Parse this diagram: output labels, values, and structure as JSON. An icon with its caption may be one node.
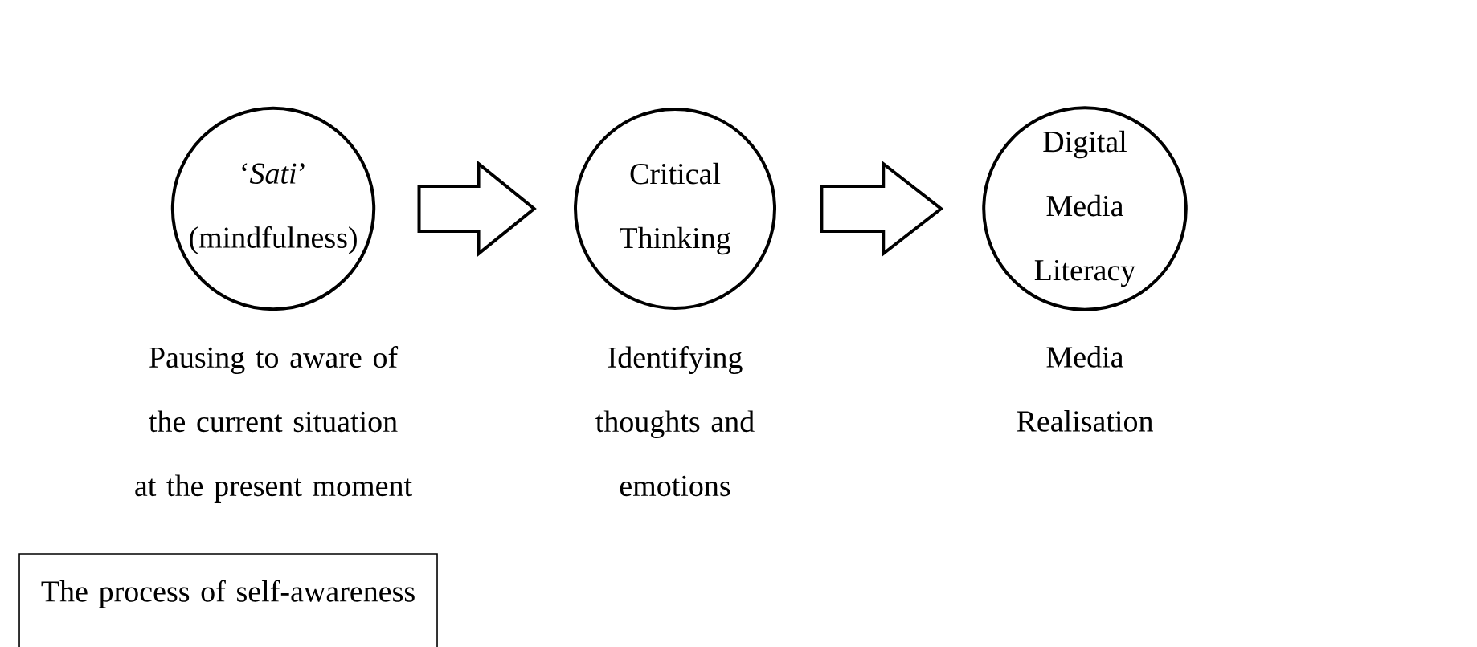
{
  "diagram": {
    "nodes": [
      {
        "text": [
          "‘*Sati*’ (mindfulness)"
        ],
        "beside": [
          "Pausing to aware of the current situation at the present moment"
        ]
      },
      {
        "text": [
          "Critical Thinking"
        ],
        "beside": [
          "Identifying thoughts and emotions"
        ]
      },
      {
        "text": [
          "Digital Media Literacy"
        ],
        "beside": [
          "Media Realisation"
        ]
      },
      {
        "text": [
          "The process of self-awareness"
        ]
      }
    ],
    "edges": [
      {
        "from": 0,
        "to": 1,
        "arrow": "to"
      },
      {
        "from": 1,
        "to": 2,
        "arrow": "to"
      }
    ]
  }
}
